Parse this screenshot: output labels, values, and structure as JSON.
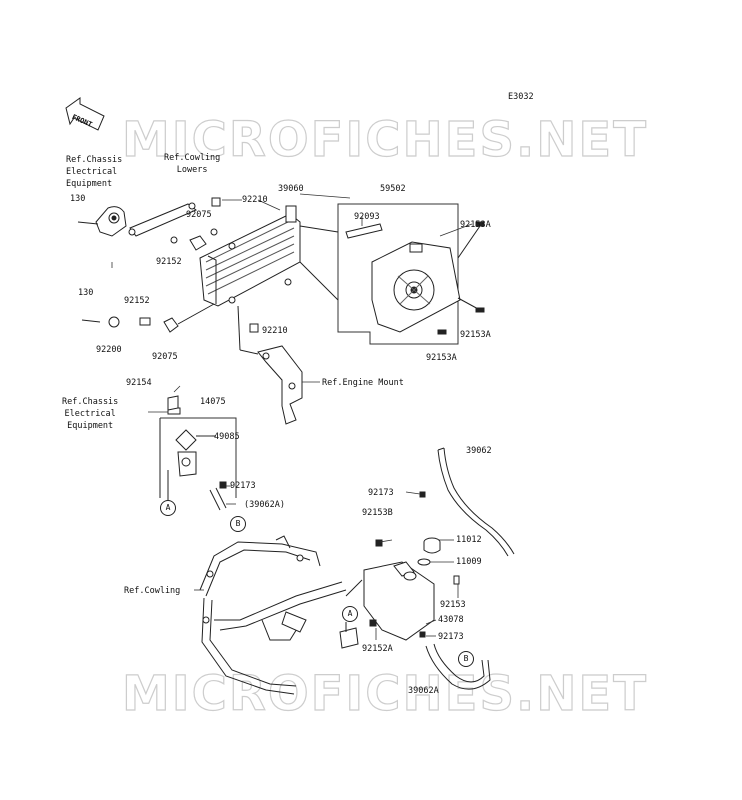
{
  "diagram_code": "E3032",
  "watermark": "MICROFICHES.NET",
  "front_label": "FRONT",
  "refs": {
    "chassis_top": "Ref.Chassis\nElectrical\nEquipment",
    "cowling_lowers": "Ref.Cowling\nLowers",
    "engine_mount": "Ref.Engine Mount",
    "chassis_mid": "Ref.Chassis\nElectrical\nEquipment",
    "cowling": "Ref.Cowling"
  },
  "parts": {
    "p130_a": "130",
    "p130_b": "130",
    "p39060": "39060",
    "p59502": "59502",
    "p92210_a": "92210",
    "p92210_b": "92210",
    "p92093": "92093",
    "p92153a_a": "92153A",
    "p92153a_b": "92153A",
    "p92153a_c": "92153A",
    "p92075_a": "92075",
    "p92075_b": "92075",
    "p92152_a": "92152",
    "p92152_b": "92152",
    "p92200": "92200",
    "p92154": "92154",
    "p14075": "14075",
    "p49085": "49085",
    "p92173_a": "92173",
    "p39062a_paren": "(39062A)",
    "p39062": "39062",
    "p92173_b": "92173",
    "p92153b": "92153B",
    "p11012": "11012",
    "p11009": "11009",
    "p92153": "92153",
    "p43078": "43078",
    "p92173_c": "92173",
    "p92152a": "92152A",
    "p39062a": "39062A"
  },
  "callouts": {
    "a": "A",
    "b": "B"
  }
}
